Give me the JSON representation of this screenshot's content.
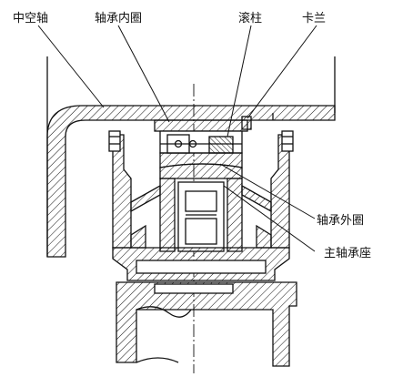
{
  "labels": {
    "hollow_shaft": "中空轴",
    "inner_ring": "轴承内圈",
    "roller": "滚柱",
    "flange": "卡兰",
    "outer_ring": "轴承外圈",
    "main_bearing_seat": "主轴承座"
  }
}
